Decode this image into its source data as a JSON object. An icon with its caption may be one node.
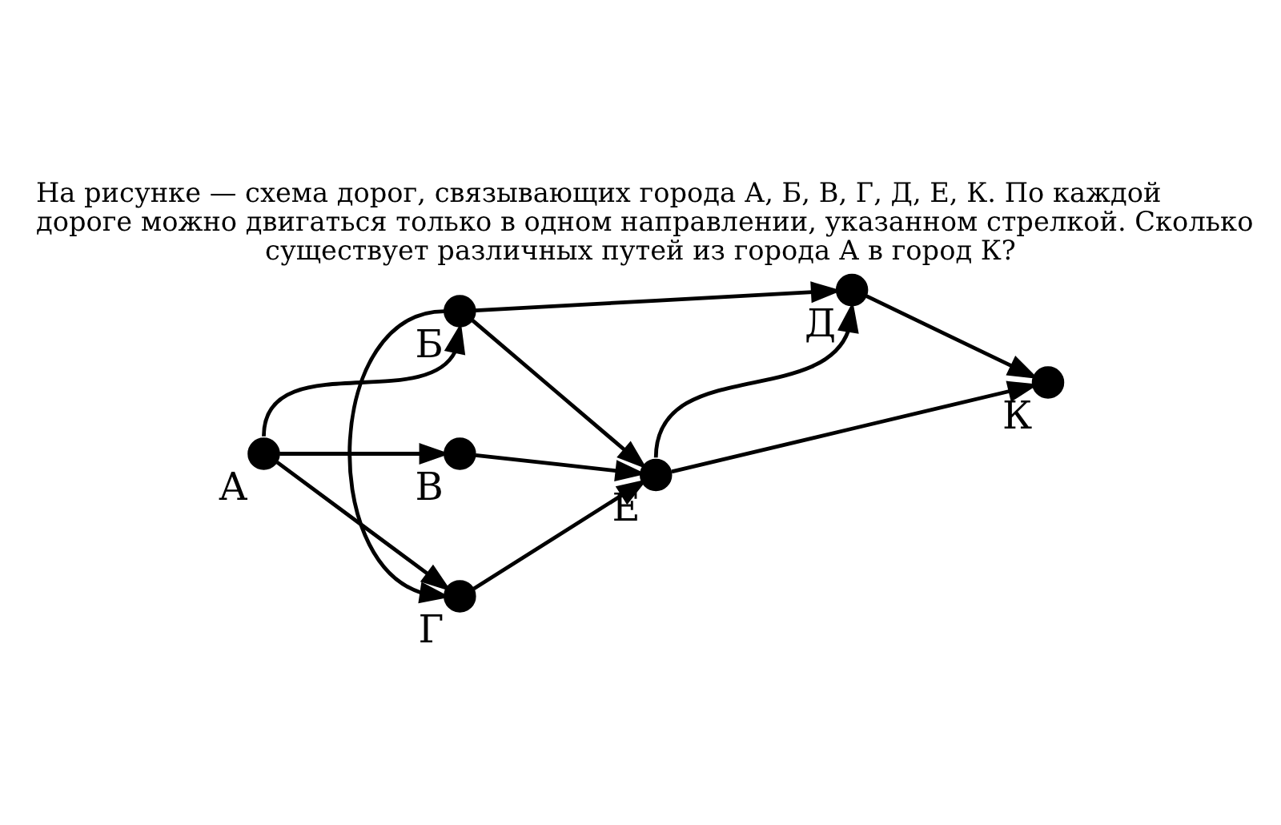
{
  "diagram": {
    "title": "На рисунке — схема дорог, связывающих города А, Б, В, Г, Д, Е, К. По каждой дороге можно двигаться только в одном направлении, указанном стрелкой. Сколько существует различных путей из города А в город К?",
    "nodes": [
      {
        "text": [],
        "shape": "circle",
        "beside": [
          "А"
        ]
      },
      {
        "text": [],
        "shape": "circle",
        "beside": [
          "Б"
        ]
      },
      {
        "text": [],
        "shape": "circle",
        "beside": [
          "В"
        ]
      },
      {
        "text": [],
        "shape": "circle",
        "beside": [
          "Г"
        ]
      },
      {
        "text": [],
        "shape": "circle",
        "beside": [
          "Д"
        ]
      },
      {
        "text": [],
        "shape": "circle",
        "beside": [
          "Е"
        ]
      },
      {
        "text": [],
        "shape": "circle",
        "beside": [
          "К"
        ]
      }
    ],
    "edges": [
      {
        "from": 0,
        "to": 1,
        "arrow": "to"
      },
      {
        "from": 0,
        "to": 2,
        "arrow": "to"
      },
      {
        "from": 0,
        "to": 3,
        "arrow": "to"
      },
      {
        "from": 1,
        "to": 3,
        "arrow": "to"
      },
      {
        "from": 1,
        "to": 4,
        "arrow": "to"
      },
      {
        "from": 1,
        "to": 5,
        "arrow": "to"
      },
      {
        "from": 2,
        "to": 5,
        "arrow": "to"
      },
      {
        "from": 3,
        "to": 5,
        "arrow": "to"
      },
      {
        "from": 5,
        "to": 4,
        "arrow": "to"
      },
      {
        "from": 4,
        "to": 6,
        "arrow": "to"
      },
      {
        "from": 5,
        "to": 6,
        "arrow": "to"
      }
    ]
  }
}
